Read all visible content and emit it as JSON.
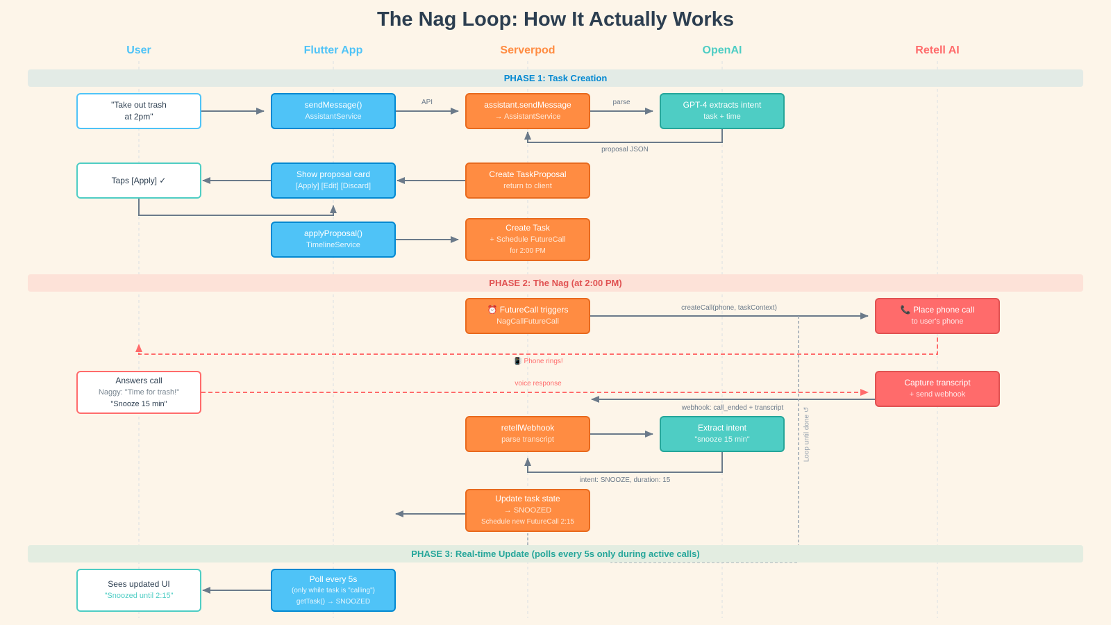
{
  "title": "The Nag Loop: How It Actually Works",
  "colors": {
    "user": "#4fc3f7",
    "flutter": "#0288d1",
    "server": "#ff8c42",
    "openai": "#4ecdc4",
    "retell": "#ff6b6b",
    "arrow": "#6b7a8a"
  },
  "lanes": [
    {
      "label": "User",
      "color": "#4fc3f7"
    },
    {
      "label": "Flutter App",
      "color": "#4fc3f7"
    },
    {
      "label": "Serverpod",
      "color": "#ff8c42"
    },
    {
      "label": "OpenAI",
      "color": "#4ecdc4"
    },
    {
      "label": "Retell AI",
      "color": "#ff6b6b"
    }
  ],
  "phases": {
    "p1": "PHASE 1: Task Creation",
    "p2": "PHASE 2: The Nag (at 2:00 PM)",
    "p3": "PHASE 3: Real-time Update (polls every 5s only during active calls)"
  },
  "nodes": {
    "user_msg": {
      "line1": "\"Take out trash",
      "line2": "at 2pm\""
    },
    "send_message": {
      "title": "sendMessage()",
      "sub": "AssistantService"
    },
    "assistant_send": {
      "title": "assistant.sendMessage",
      "sub": "→ AssistantService"
    },
    "gpt_extract": {
      "title": "GPT-4 extracts intent",
      "sub": "task + time"
    },
    "taps_apply": {
      "title": "Taps [Apply] ✓"
    },
    "proposal_card": {
      "title": "Show proposal card",
      "sub": "[Apply] [Edit] [Discard]"
    },
    "create_proposal": {
      "title": "Create TaskProposal",
      "sub": "return to client"
    },
    "apply_proposal": {
      "title": "applyProposal()",
      "sub": "TimelineService"
    },
    "create_task": {
      "title": "Create Task",
      "sub": "+ Schedule FutureCall",
      "note": "for 2:00 PM"
    },
    "futurecall": {
      "title": "⏰ FutureCall triggers",
      "sub": "NagCallFutureCall"
    },
    "place_call": {
      "title": "📞 Place phone call",
      "sub": "to user's phone"
    },
    "answers_call": {
      "title": "Answers call",
      "sub": "Naggy: \"Time for trash!\"",
      "note": "\"Snooze 15 min\""
    },
    "capture": {
      "title": "Capture transcript",
      "sub": "+ send webhook"
    },
    "retell_webhook": {
      "title": "retellWebhook",
      "sub": "parse transcript"
    },
    "extract_intent": {
      "title": "Extract intent",
      "sub": "\"snooze 15 min\""
    },
    "update_state": {
      "title": "Update task state",
      "sub": "→ SNOOZED",
      "note": "Schedule new FutureCall 2:15"
    },
    "sees_ui": {
      "title": "Sees updated UI",
      "sub": "\"Snoozed until 2:15\""
    },
    "poll": {
      "title": "Poll every 5s",
      "sub": "(only while task is \"calling\")",
      "note": "getTask() → SNOOZED"
    }
  },
  "edges": {
    "api": "API",
    "parse": "parse",
    "proposal_json": "proposal JSON",
    "create_call": "createCall(phone, taskContext)",
    "phone_rings": "📳 Phone rings!",
    "voice_response": "voice response",
    "webhook": "webhook: call_ended + transcript",
    "intent": "intent: SNOOZE, duration: 15",
    "loop": "Loop until done ↺"
  }
}
